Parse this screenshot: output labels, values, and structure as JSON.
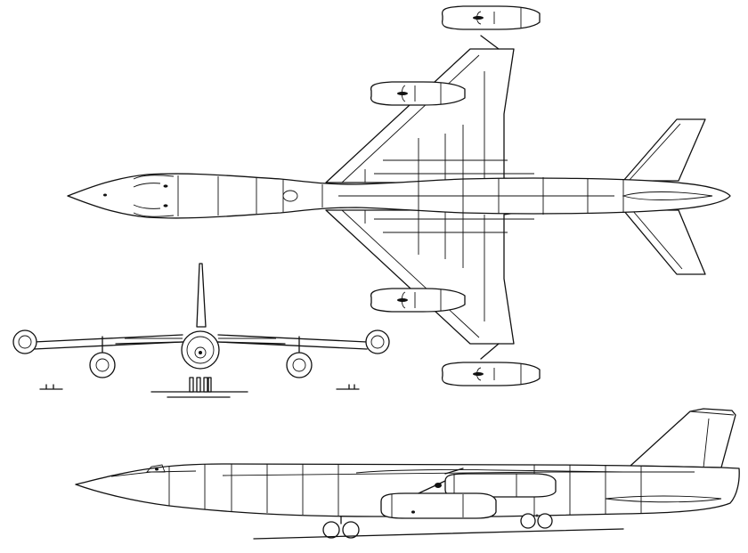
{
  "drawing": {
    "ink_color": "#111111",
    "background_color": "#ffffff",
    "views": [
      {
        "view": "top"
      },
      {
        "view": "front"
      },
      {
        "view": "side"
      }
    ],
    "engines_per_aircraft": 4,
    "wing_mounted_nacelles_top_view": 4,
    "landing_gear_bogies_visible_side": 2
  }
}
